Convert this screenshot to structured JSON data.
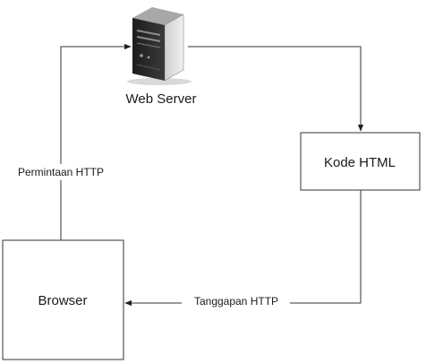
{
  "nodes": {
    "web_server": {
      "label": "Web Server",
      "icon": "server-icon"
    },
    "kode_html": {
      "label": "Kode HTML"
    },
    "browser": {
      "label": "Browser"
    }
  },
  "edges": {
    "permintaan": {
      "label": "Permintaan HTTP",
      "from": "Browser",
      "to": "Web Server"
    },
    "server_to_html": {
      "from": "Web Server",
      "to": "Kode HTML"
    },
    "tanggapan": {
      "label": "Tanggapan HTTP",
      "from": "Kode HTML",
      "to": "Browser"
    }
  }
}
